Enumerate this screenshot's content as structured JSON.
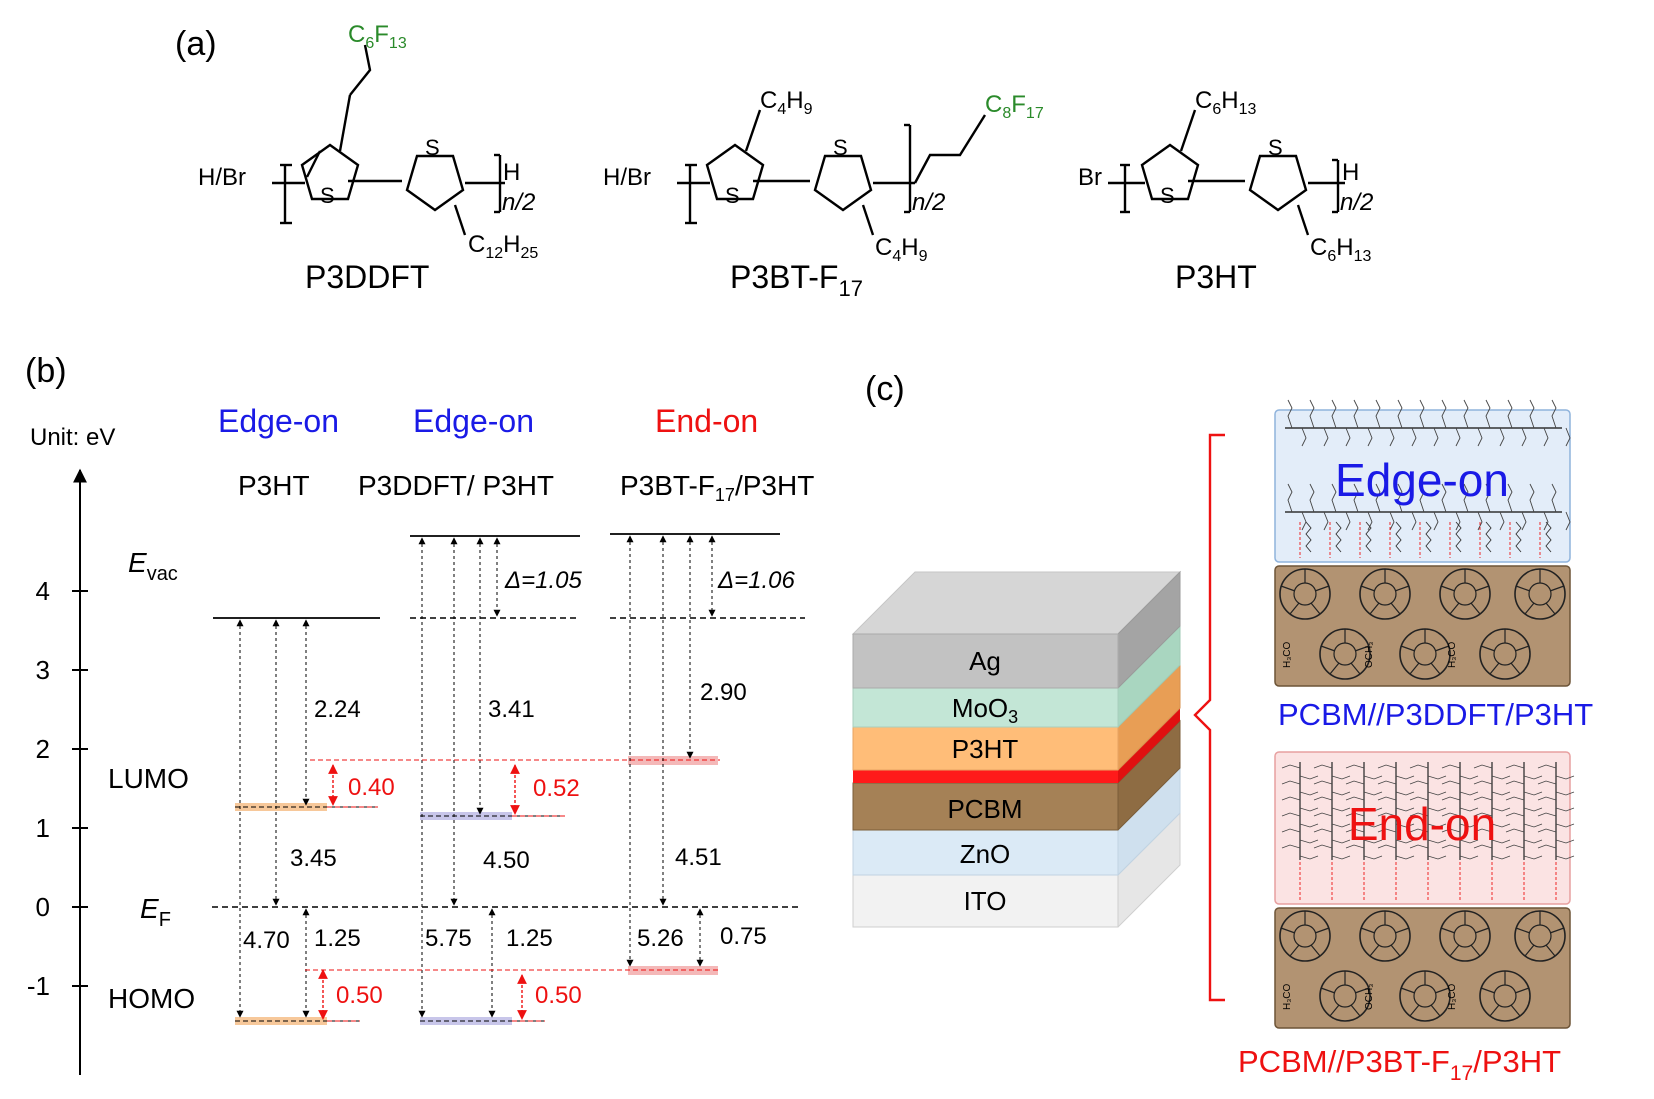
{
  "panel_a": {
    "label": "(a)",
    "molecules": [
      {
        "name": "P3DDFT",
        "left_end": "H/Br",
        "right_end": "H",
        "repeat": "n/2",
        "side_fluoro": "C",
        "side_fluoro_sub1": "6",
        "side_fluoro_mid": "F",
        "side_fluoro_sub2": "13",
        "side_alkyl": "C",
        "side_alkyl_sub1": "12",
        "side_alkyl_mid": "H",
        "side_alkyl_sub2": "25",
        "ring_atom": "S"
      },
      {
        "name": "P3BT-F",
        "name_sub": "17",
        "left_end": "H/Br",
        "repeat": "n/2",
        "side_top": "C",
        "side_top_sub1": "4",
        "side_top_mid": "H",
        "side_top_sub2": "9",
        "side_fluoro": "C",
        "side_fluoro_sub1": "8",
        "side_fluoro_mid": "F",
        "side_fluoro_sub2": "17",
        "side_bottom": "C",
        "side_bottom_sub1": "4",
        "side_bottom_mid": "H",
        "side_bottom_sub2": "9",
        "ring_atom": "S"
      },
      {
        "name": "P3HT",
        "left_end": "Br",
        "right_end": "H",
        "repeat": "n/2",
        "side_top": "C",
        "side_top_sub1": "6",
        "side_top_mid": "H",
        "side_top_sub2": "13",
        "side_bottom": "C",
        "side_bottom_sub1": "6",
        "side_bottom_mid": "H",
        "side_bottom_sub2": "13",
        "ring_atom": "S"
      }
    ]
  },
  "panel_b": {
    "label": "(b)",
    "unit_label": "Unit: eV",
    "yaxis": {
      "ticks": [
        4,
        3,
        2,
        1,
        0,
        -1
      ],
      "tick_labels": [
        "4",
        "3",
        "2",
        "1",
        "0",
        "-1"
      ],
      "ylim": [
        -2.0,
        5.3
      ]
    },
    "level_labels": {
      "evac": "E",
      "evac_sub": "vac",
      "lumo": "LUMO",
      "ef": "E",
      "ef_sub": "F",
      "homo": "HOMO"
    },
    "columns": [
      {
        "orientation": "Edge-on",
        "name": "P3HT",
        "color": "#1a1ae6"
      },
      {
        "orientation": "Edge-on",
        "name": "P3DDFT/ P3HT",
        "color": "#1a1ae6"
      },
      {
        "orientation": "End-on",
        "name": "P3BT-F",
        "name_sub": "17",
        "name_tail": "/P3HT",
        "color": "#ee1111"
      }
    ],
    "values": {
      "c1": {
        "evac_to_lumo": "2.24",
        "lumo_to_homo": "3.45",
        "ef_to_homo": "1.25",
        "work_function": "4.70",
        "lumo_offset": "0.40",
        "homo_offset": "0.50"
      },
      "c2": {
        "dipole": "Δ=1.05",
        "evac_to_lumo": "3.41",
        "lumo_to_homo": "4.50",
        "ef_to_homo": "1.25",
        "work_function": "5.75",
        "lumo_offset": "0.52",
        "homo_offset": "0.50"
      },
      "c3": {
        "dipole": "Δ=1.06",
        "evac_to_lumo": "2.90",
        "lumo_to_homo": "4.51",
        "ef_to_homo": "0.75",
        "work_function": "5.26"
      }
    },
    "energy_levels_eV": {
      "c1": {
        "evac": 3.45,
        "lumo": 1.22,
        "ef": 0,
        "homo": -1.25
      },
      "c2": {
        "evac": 4.5,
        "evac_ref": 3.45,
        "lumo": 1.1,
        "ef": 0,
        "homo": -1.25
      },
      "c3": {
        "evac": 4.51,
        "evac_ref": 3.45,
        "lumo": 1.75,
        "ef": 0,
        "homo": -0.75
      }
    }
  },
  "panel_c": {
    "label": "(c)",
    "layers": [
      {
        "name": "Ag",
        "color": "#bdbdbd"
      },
      {
        "name": "MoO",
        "sub": "3",
        "color": "#bfe3d2"
      },
      {
        "name": "P3HT",
        "color": "#ffb870"
      },
      {
        "name": "",
        "color": "#ff1a1a"
      },
      {
        "name": "PCBM",
        "color": "#a9875a"
      },
      {
        "name": "ZnO",
        "color": "#d5e8f7"
      },
      {
        "name": "ITO",
        "color": "#eeeeee"
      }
    ],
    "insets": [
      {
        "orientation": "Edge-on",
        "caption": "PCBM//P3DDFT/P3HT",
        "color": "#1a1ae6",
        "bg": "#e3edf9"
      },
      {
        "orientation": "End-on",
        "caption": "PCBM//P3BT-F",
        "caption_sub": "17",
        "caption_tail": "/P3HT",
        "color": "#ee1111",
        "bg": "#fbe3e3"
      }
    ],
    "pcbm_labels": [
      "H₃CO",
      "OCH₃"
    ]
  }
}
